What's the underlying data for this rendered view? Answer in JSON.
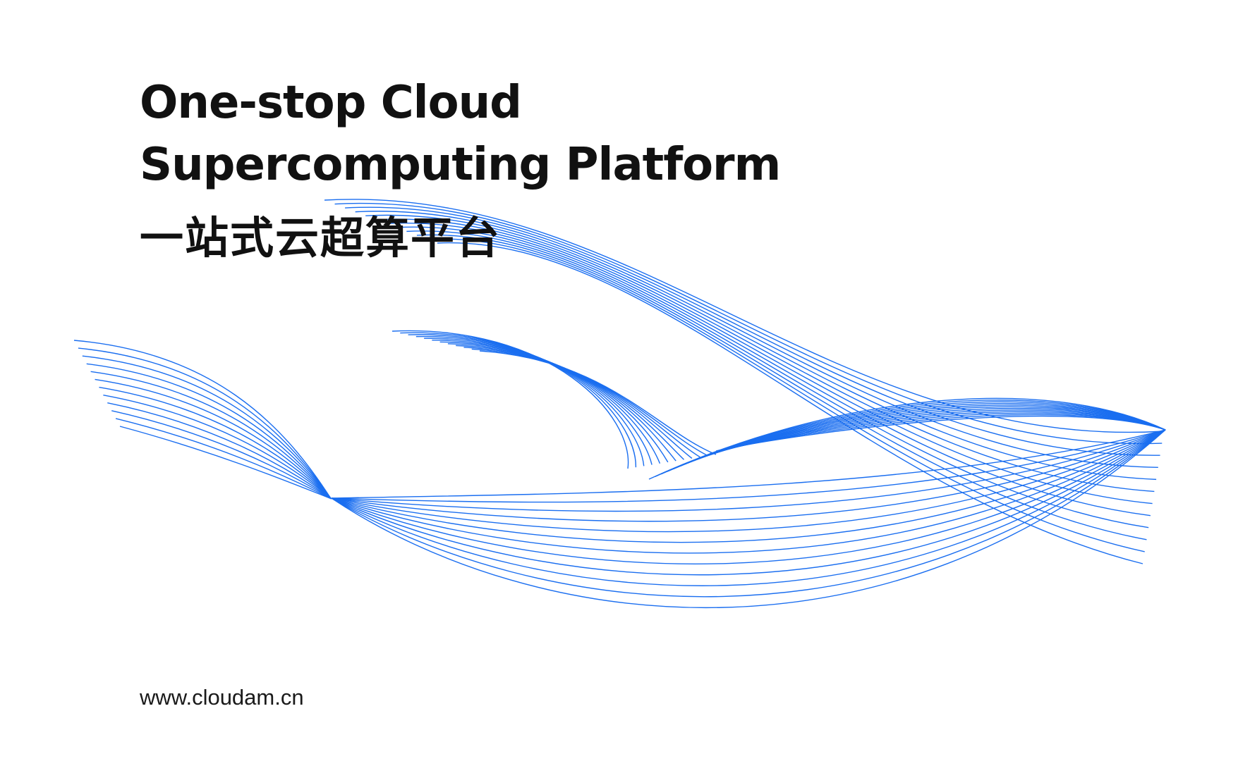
{
  "banner": {
    "title_line1": "One-stop Cloud",
    "title_line2": "Supercomputing Platform",
    "title_cn": "一站式云超算平台",
    "website": "www.cloudam.cn"
  },
  "colors": {
    "background": "#ffffff",
    "text": "#111111",
    "wave_lines": "#1a6ef0"
  }
}
